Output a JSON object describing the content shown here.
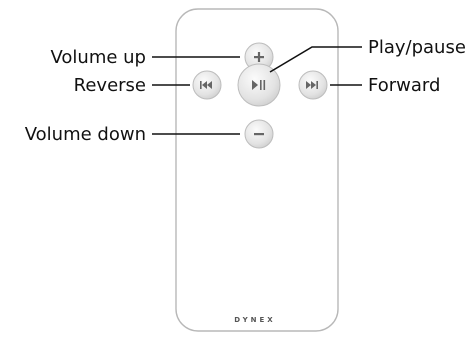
{
  "labels": {
    "volume_up": "Volume up",
    "reverse": "Reverse",
    "volume_down": "Volume down",
    "play_pause": "Play/pause",
    "forward": "Forward"
  },
  "brand_logo": "DYNEX",
  "buttons": {
    "volume_up": "plus-icon",
    "reverse": "rewind-icon",
    "play_pause": "play-pause-icon",
    "forward": "fast-forward-icon",
    "volume_down": "minus-icon"
  },
  "colors": {
    "remote_body": "#ffffff",
    "remote_outline": "#b8b8b8",
    "button_fill": "#e6e6e6",
    "glyph": "#666666",
    "text": "#111111"
  }
}
